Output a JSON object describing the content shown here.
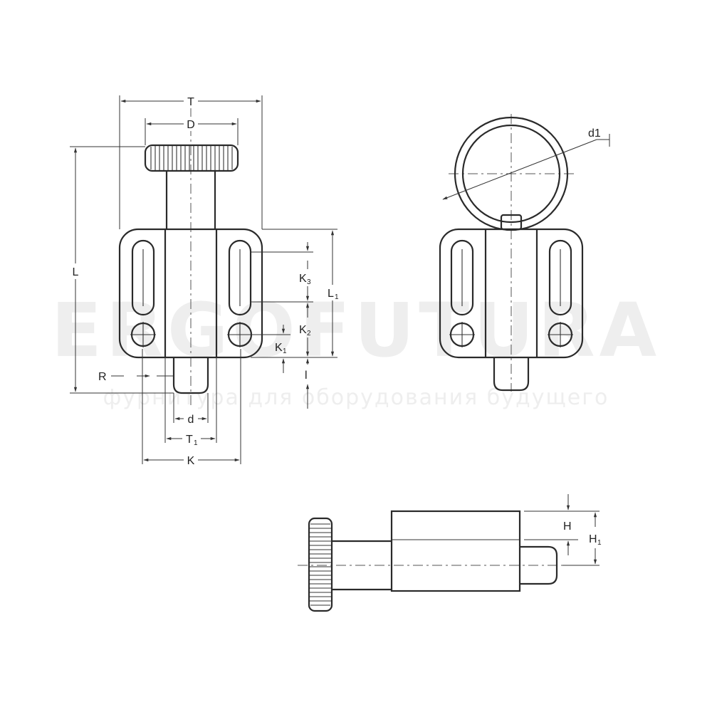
{
  "watermark": {
    "brand": "ERGOFUTURA",
    "tagline": "фурнитура для оборудования будущего"
  },
  "front_view": {
    "labels": {
      "T": "T",
      "D": "D",
      "L": "L",
      "L1": "L",
      "L1_sub": "1",
      "K3": "K",
      "K3_sub": "3",
      "K2": "K",
      "K2_sub": "2",
      "K1": "K",
      "K1_sub": "1",
      "l": "l",
      "R": "R",
      "d": "d",
      "T1": "T",
      "T1_sub": "1",
      "K": "K"
    }
  },
  "ring_view": {
    "labels": {
      "d1": "d1"
    }
  },
  "side_view": {
    "labels": {
      "H": "H",
      "H1": "H",
      "H1_sub": "1"
    }
  },
  "colors": {
    "line": "#2a2a2a",
    "watermark": "#eeeeee",
    "background": "#ffffff"
  }
}
